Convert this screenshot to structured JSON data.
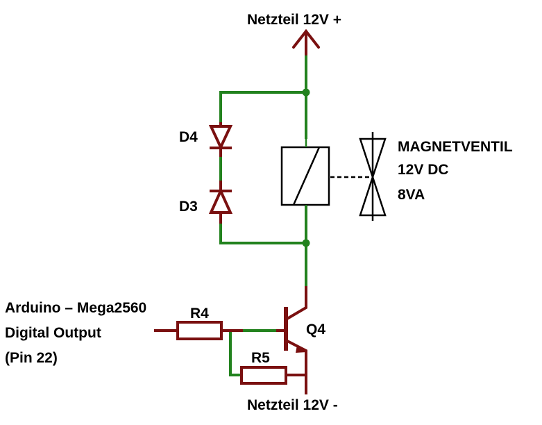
{
  "labels": {
    "supply_plus": "Netzteil 12V +",
    "supply_minus": "Netzteil 12V -",
    "d4": "D4",
    "d3": "D3",
    "r4": "R4",
    "r5": "R5",
    "q4": "Q4",
    "valve_line1": "MAGNETVENTIL",
    "valve_line2": "12V DC",
    "valve_line3": "8VA",
    "arduino_line1": "Arduino – Mega2560",
    "arduino_line2": "Digital Output",
    "arduino_line3": "(Pin 22)"
  },
  "colors": {
    "wire": "#22821e",
    "component": "#7a1010",
    "symbol_outline": "#000000",
    "label_text": "#000000",
    "background": "#ffffff"
  }
}
